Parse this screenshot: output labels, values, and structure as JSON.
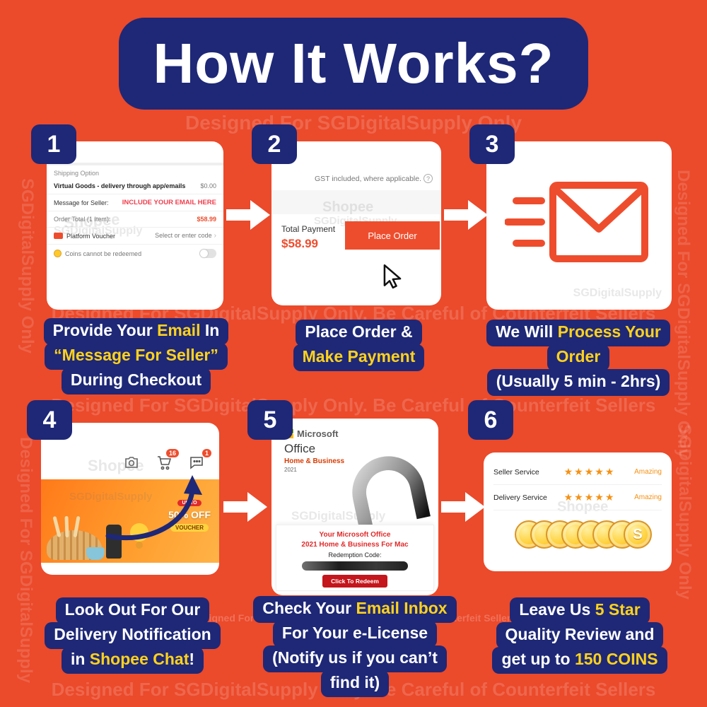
{
  "title": "How It Works?",
  "colors": {
    "background": "#EB4A2B",
    "navy": "#1E2877",
    "highlight_yellow": "#FFD21C",
    "shopee_orange": "#EE4D2D",
    "alert_red": "#F03E4D",
    "coin_gold": "#FFC928"
  },
  "icons": {
    "chevron_right": "›",
    "help": "?",
    "stars": "★★★★★"
  },
  "watermarks": {
    "short": "Designed For SGDigitalSupply Only",
    "long": "Designed For SGDigitalSupply Only. Be Careful of Counterfeit Sellers",
    "shopee": "Shopee",
    "sgdigital": "SGDigitalSupply",
    "fragment_a": "SGDigitalSupply Only",
    "fragment_b": "Designed For SGDigitalSupply"
  },
  "steps": [
    {
      "number": "1",
      "card": {
        "shipping_option_label": "Shipping Option",
        "virtual_goods": "Virtual Goods - delivery through app/emails",
        "virtual_goods_price": "$0.00",
        "message_label": "Message for Seller:",
        "message_value": "INCLUDE YOUR EMAIL HERE",
        "order_total_label": "Order Total (1 Item):",
        "order_total_value": "$58.99",
        "voucher_label": "Platform Voucher",
        "voucher_action": "Select or enter code",
        "coins_label": "Coins cannot be redeemed"
      },
      "caption": [
        [
          {
            "t": "Provide Your ",
            "c": "w"
          },
          {
            "t": "Email",
            "c": "y"
          },
          {
            "t": " In",
            "c": "w"
          }
        ],
        [
          {
            "t": "“Message For Seller”",
            "c": "y"
          }
        ],
        [
          {
            "t": "During Checkout",
            "c": "w"
          }
        ]
      ]
    },
    {
      "number": "2",
      "card": {
        "gst_note": "GST included, where applicable.",
        "total_payment_label": "Total Payment",
        "total_payment_value": "$58.99",
        "place_order_button": "Place Order"
      },
      "caption": [
        [
          {
            "t": "Place Order &",
            "c": "w"
          }
        ],
        [
          {
            "t": "Make Payment",
            "c": "y"
          }
        ]
      ]
    },
    {
      "number": "3",
      "card": {},
      "caption": [
        [
          {
            "t": "We Will ",
            "c": "w"
          },
          {
            "t": "Process Your",
            "c": "y"
          }
        ],
        [
          {
            "t": "Order",
            "c": "y"
          }
        ],
        [
          {
            "t": "(Usually 5 min - 2hrs)",
            "c": "w"
          }
        ]
      ]
    },
    {
      "number": "4",
      "card": {
        "cart_badge": "16",
        "chat_badge": "1",
        "promo_upto": "UP TO",
        "promo_off": "50% OFF",
        "promo_voucher": "VOUCHER"
      },
      "caption": [
        [
          {
            "t": "Look Out For Our",
            "c": "w"
          }
        ],
        [
          {
            "t": "Delivery Notification",
            "c": "w"
          }
        ],
        [
          {
            "t": "in ",
            "c": "w"
          },
          {
            "t": "Shopee Chat",
            "c": "y"
          },
          {
            "t": "!",
            "c": "w"
          }
        ]
      ]
    },
    {
      "number": "5",
      "card": {
        "brand": "Microsoft",
        "product_name": "Office",
        "product_edition": "Home & Business",
        "product_year": "2021",
        "license_line1": "Your Microsoft Office",
        "license_line2": "2021 Home & Business For Mac",
        "redemption_label": "Redemption Code:",
        "redeem_button": "Click To Redeem"
      },
      "caption": [
        [
          {
            "t": "Check Your ",
            "c": "w"
          },
          {
            "t": "Email Inbox",
            "c": "y"
          }
        ],
        [
          {
            "t": "For Your e-License",
            "c": "w"
          }
        ],
        [
          {
            "t": "(Notify us if you can’t",
            "c": "w"
          }
        ],
        [
          {
            "t": "find it)",
            "c": "w"
          }
        ]
      ]
    },
    {
      "number": "6",
      "card": {
        "rows": [
          {
            "label": "Seller Service",
            "rating_text": "Amazing"
          },
          {
            "label": "Delivery Service",
            "rating_text": "Amazing"
          }
        ],
        "coin_letter": "S"
      },
      "caption": [
        [
          {
            "t": "Leave Us ",
            "c": "w"
          },
          {
            "t": "5 Star",
            "c": "y"
          }
        ],
        [
          {
            "t": "Quality Review and",
            "c": "w"
          }
        ],
        [
          {
            "t": "get up to ",
            "c": "w"
          },
          {
            "t": "150 COINS",
            "c": "y"
          }
        ]
      ]
    }
  ]
}
